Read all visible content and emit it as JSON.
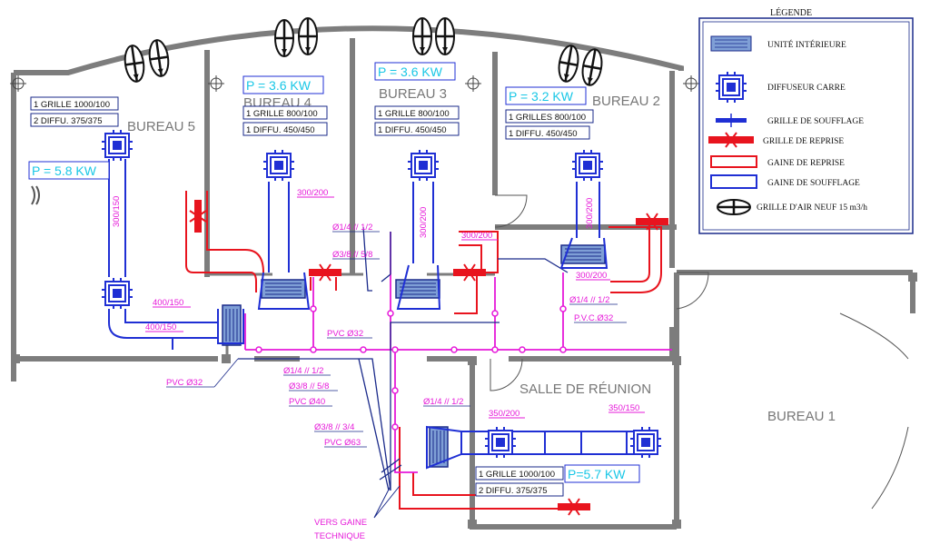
{
  "colors": {
    "wall": "#7d7d7d",
    "supply_duct": "#1f2fd4",
    "return_duct": "#e8141e",
    "pipe": "#e619d9",
    "power_text": "#19c7e6",
    "label_box": "#1a2a8a",
    "unit": "#4b6fb5"
  },
  "rooms": {
    "bureau5": "BUREAU 5",
    "bureau4": "BUREAU 4",
    "bureau3": "BUREAU 3",
    "bureau2": "BUREAU 2",
    "bureau1": "BUREAU 1",
    "salle": "SALLE DE RÉUNION"
  },
  "power": {
    "bureau5": "P = 5.8 KW",
    "bureau4": "P = 3.6 KW",
    "bureau3": "P = 3.6 KW",
    "bureau2": "P = 3.2 KW",
    "salle": "P=5.7 KW"
  },
  "specs": {
    "b5_grille": "1 GRILLE 1000/100",
    "b5_diffu": "2 DIFFU.  375/375",
    "b4_grille": "1 GRILLE 800/100",
    "b4_diffu": "1 DIFFU.  450/450",
    "b3_grille": "1 GRILLE 800/100",
    "b3_diffu": "1 DIFFU.  450/450",
    "b2_grille": "1 GRILLES 800/100",
    "b2_diffu": "1 DIFFU.  450/450",
    "salle_grille": "1 GRILLE 1000/100",
    "salle_diffu": "2 DIFFU.  375/375"
  },
  "duct_labels": {
    "b5_vertical": "300/150",
    "b5_h1": "400/150",
    "b5_h2": "400/150",
    "b4_vertical": "300/200",
    "b3_vertical": "300/200",
    "b3_return": "300/200",
    "b2_vertical": "300/200",
    "b2_return": "300/200",
    "salle_1": "350/200",
    "salle_2": "350/150"
  },
  "pipe_labels": {
    "p1": "Ø1/4 // 1/2",
    "p2": "Ø3/8 // 5/8",
    "p3": "PVC Ø32",
    "p4": "Ø1/4 // 1/2",
    "p5": "P.V.C.Ø32",
    "p6": "PVC Ø32",
    "p7": "Ø1/4 // 1/2",
    "p8": "Ø3/8 // 5/8",
    "p9": "PVC Ø40",
    "p10": "Ø3/8 // 3/4",
    "p11": "PVC Ø63",
    "p12": "Ø1/4 // 1/2",
    "vers1": "VERS GAINE",
    "vers2": "TECHNIQUE"
  },
  "legend": {
    "title": "LÉGENDE",
    "items": [
      {
        "label": "UNITÉ INTÉRIEURE",
        "icon": "indoor-unit-icon"
      },
      {
        "label": "DIFFUSEUR CARRE",
        "icon": "square-diffuser-icon"
      },
      {
        "label": "GRILLE DE SOUFFLAGE",
        "icon": "supply-grille-icon"
      },
      {
        "label": "GRILLE DE REPRISE",
        "icon": "return-grille-icon"
      },
      {
        "label": "GAINE DE REPRISE",
        "icon": "return-duct-icon"
      },
      {
        "label": "GAINE DE SOUFFLAGE",
        "icon": "supply-duct-icon"
      },
      {
        "label": "GRILLE D'AIR NEUF 15 m3/h",
        "icon": "fresh-air-grille-icon"
      }
    ]
  }
}
